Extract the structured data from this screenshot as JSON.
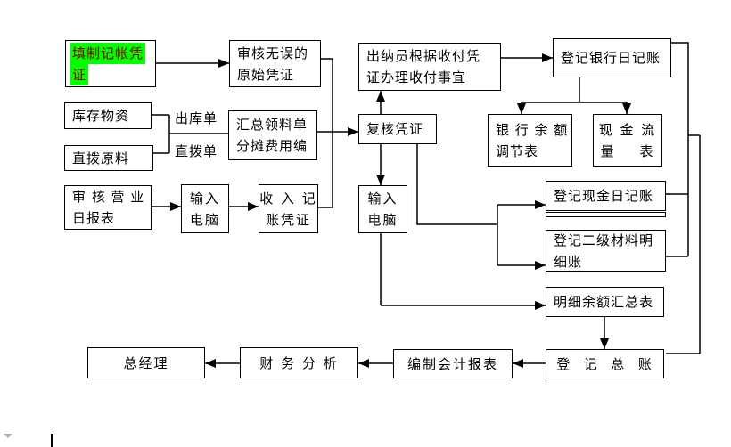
{
  "diagram": {
    "colors": {
      "highlight_bg": "#00ff00",
      "highlight_text": "#8b0000",
      "line": "#000000",
      "background": "#ffffff"
    },
    "icons": {
      "text_cursor": "text-cursor-bar",
      "corner_marker": "triangle-down-icon"
    },
    "edge_labels": {
      "outbound": "出库单",
      "direct": "直拨单"
    },
    "nodes": {
      "fill_voucher": {
        "lines": [
          "填制记帐凭",
          "证"
        ]
      },
      "audit_original": {
        "lines": [
          "审核无误的",
          "原始凭证"
        ]
      },
      "cashier": {
        "lines": [
          "出纳员根据收付凭",
          "证办理收付事宜"
        ]
      },
      "register_bank_journal": {
        "lines": [
          "登记银行日记账"
        ]
      },
      "inventory": {
        "lines": [
          "库存物资"
        ]
      },
      "direct_material": {
        "lines": [
          "直拨原料"
        ]
      },
      "summary_requisition": {
        "lines": [
          "汇总领料单",
          "分摊费用编"
        ]
      },
      "review_voucher": {
        "lines": [
          "复核凭证"
        ]
      },
      "bank_reconciliation": {
        "lines": [
          "银 行 余 额",
          "调节表"
        ]
      },
      "cash_flow": {
        "lines": [
          "现 金 流",
          "量    表"
        ]
      },
      "audit_daily_report": {
        "lines": [
          "审 核 营 业",
          "日报表"
        ]
      },
      "input_computer_left": {
        "lines": [
          "输入",
          "电脑"
        ]
      },
      "income_voucher": {
        "lines": [
          "收 入 记",
          "账凭证"
        ]
      },
      "input_computer_mid": {
        "lines": [
          "输入",
          "电脑"
        ]
      },
      "register_cash_journal": {
        "lines": [
          "登记现金日记账"
        ]
      },
      "register_material_ledger": {
        "lines": [
          "登记二级材料明",
          "细账"
        ]
      },
      "detail_balance_summary": {
        "lines": [
          "明细余额汇总表"
        ]
      },
      "register_general_ledger": {
        "lines": [
          "登  记  总  账"
        ]
      },
      "prepare_reports": {
        "lines": [
          "编制会计报表"
        ]
      },
      "financial_analysis": {
        "lines": [
          "财 务 分 析"
        ]
      },
      "general_manager": {
        "lines": [
          "总经理"
        ]
      }
    }
  }
}
